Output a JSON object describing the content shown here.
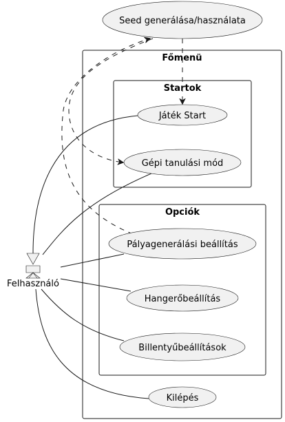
{
  "actor": {
    "label": "Felhasználó"
  },
  "packages": {
    "main_menu": {
      "title": "Főmenü"
    },
    "starts": {
      "title": "Startok"
    },
    "options": {
      "title": "Opciók"
    }
  },
  "use_cases": {
    "seed": {
      "label": "Seed generálása/használata"
    },
    "game_start": {
      "label": "Játék Start"
    },
    "machine_learning": {
      "label": "Gépi tanulási mód"
    },
    "level_gen_settings": {
      "label": "Pályagenerálási beállítás"
    },
    "volume_settings": {
      "label": "Hangerőbeállítás"
    },
    "key_settings": {
      "label": "Billentyűbeállítások"
    },
    "exit": {
      "label": "Kilépés"
    }
  },
  "colors": {
    "element_fill": "#f1f1f1",
    "line": "#181818",
    "background": "#ffffff"
  }
}
